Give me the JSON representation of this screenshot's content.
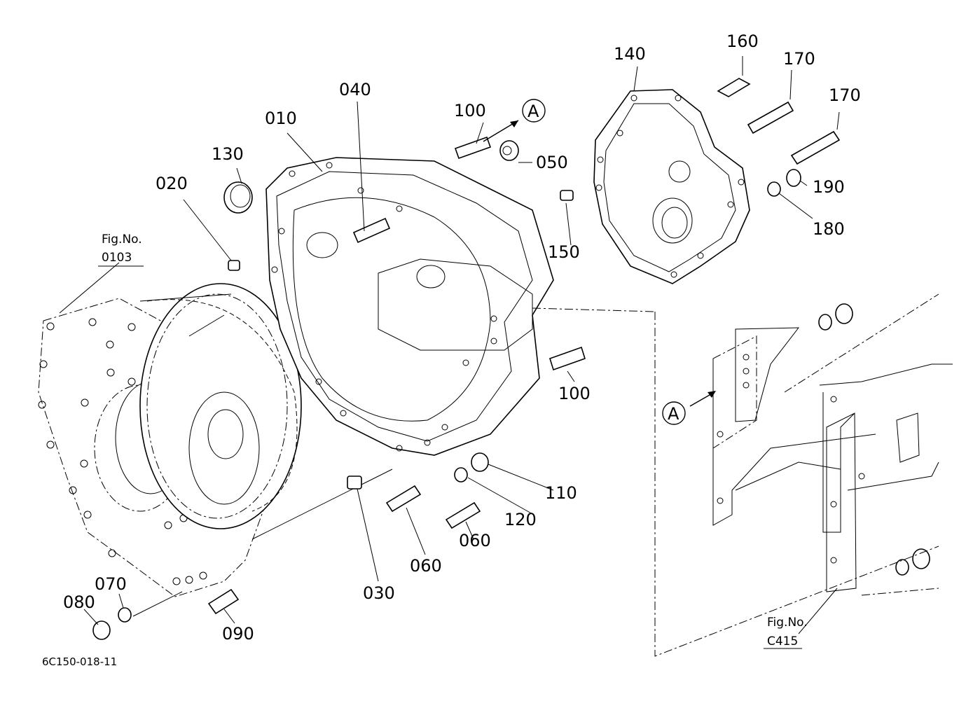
{
  "labels": {
    "p010": "010",
    "p020": "020",
    "p030": "030",
    "p040": "040",
    "p050": "050",
    "p060a": "060",
    "p060b": "060",
    "p070": "070",
    "p080": "080",
    "p090": "090",
    "p100a": "100",
    "p100b": "100",
    "p110": "110",
    "p120": "120",
    "p130": "130",
    "p140": "140",
    "p150": "150",
    "p160": "160",
    "p170a": "170",
    "p170b": "170",
    "p180": "180",
    "p190": "190"
  },
  "refs": {
    "fig_no": "Fig.No.",
    "fig_0103": "0103",
    "fig_c415": "C415",
    "marker_a": "A"
  },
  "drawing_code": "6C150-018-11"
}
